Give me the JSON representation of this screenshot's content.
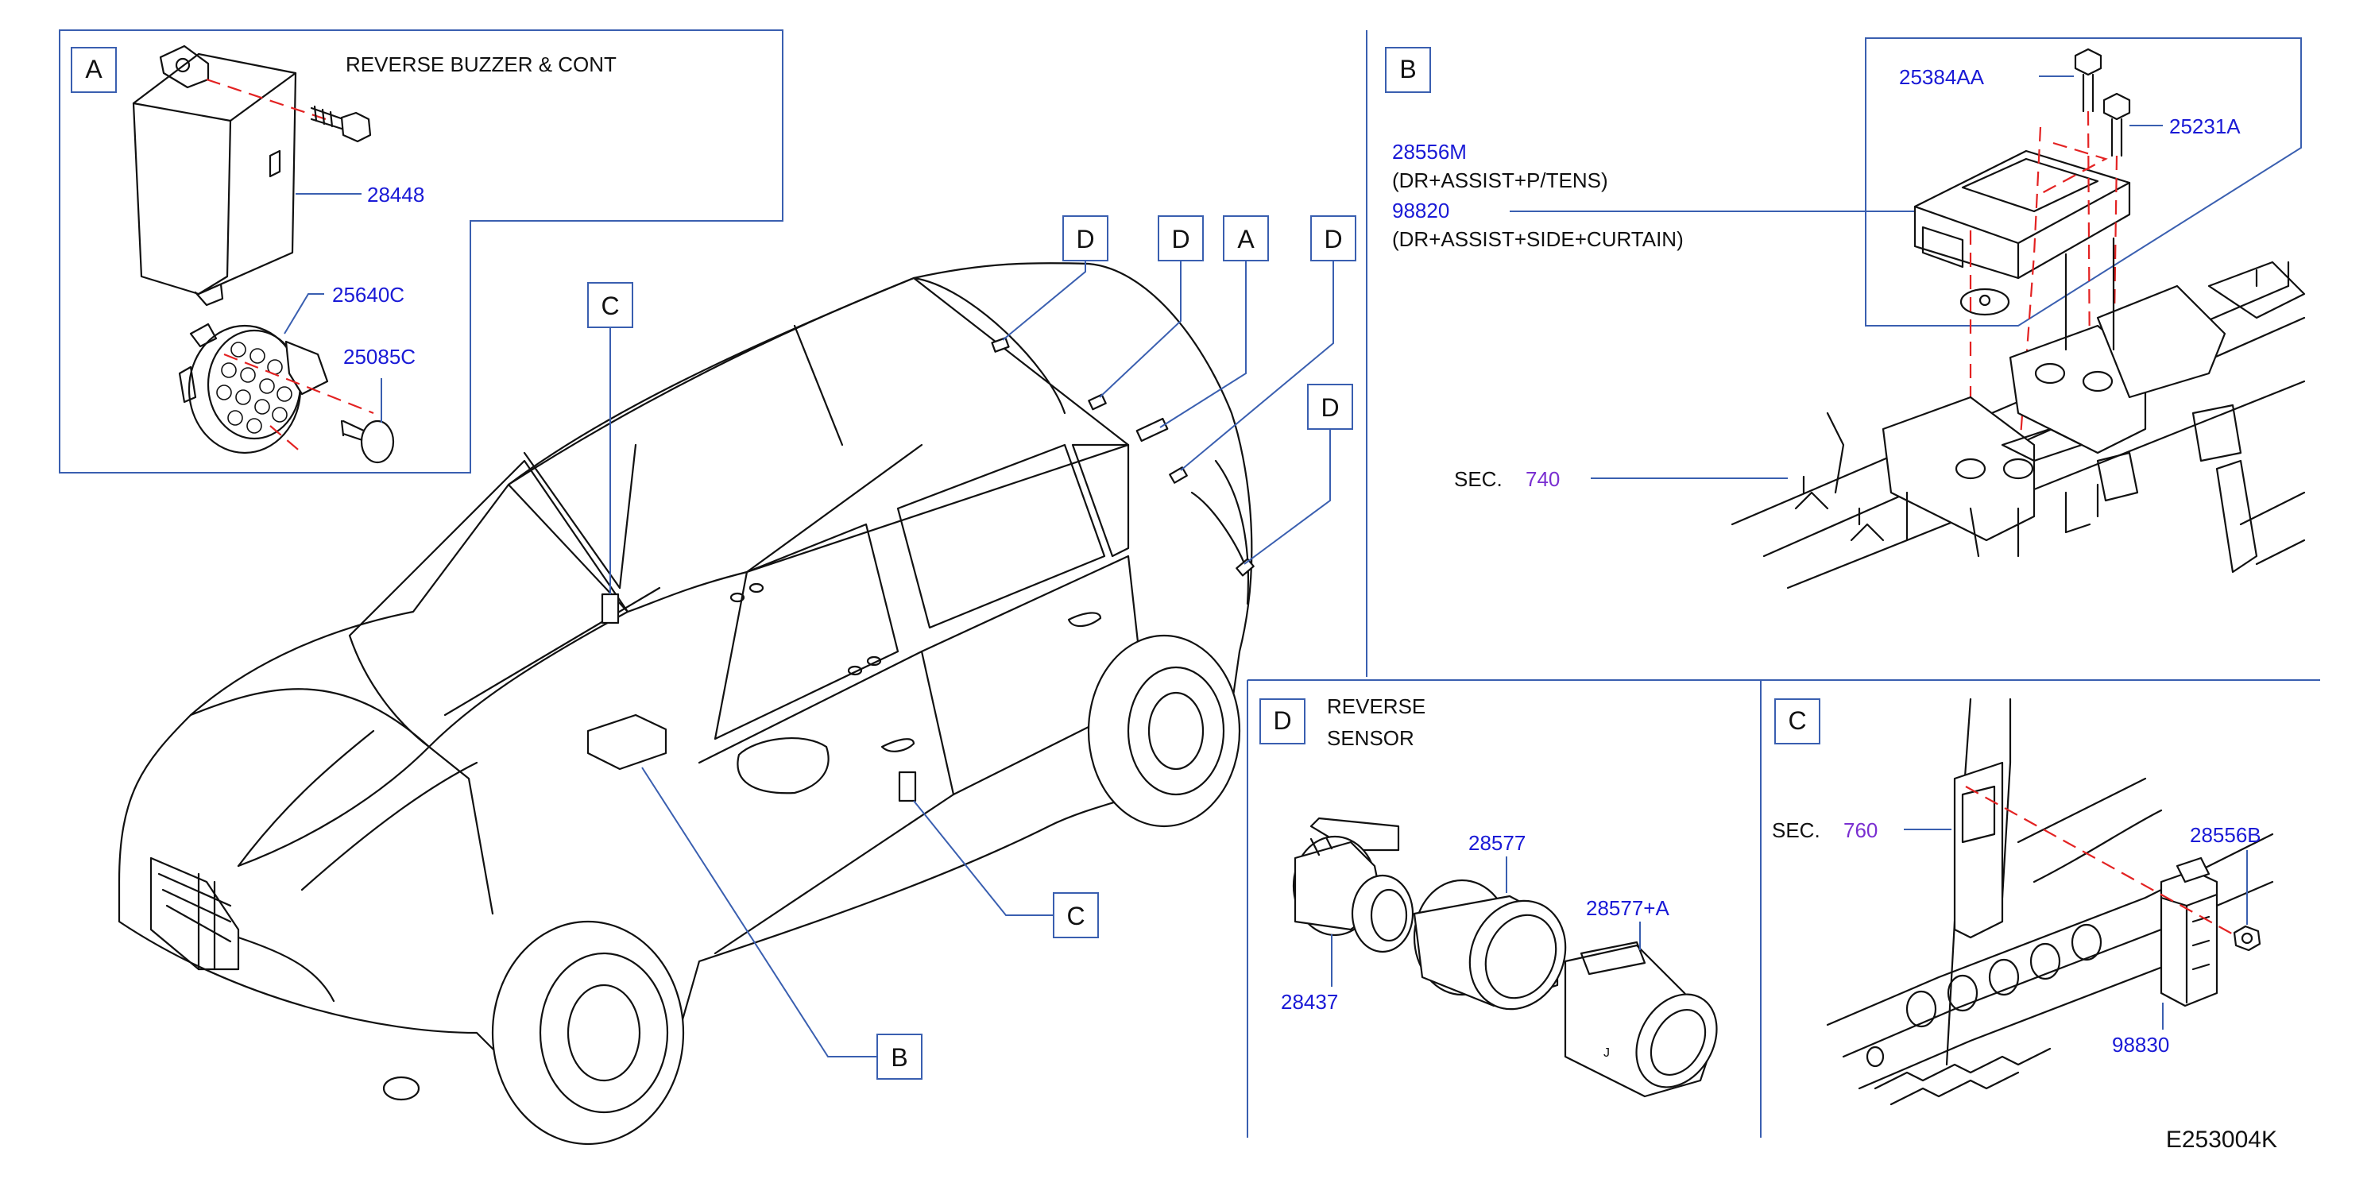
{
  "diagram_code": "E253004K",
  "callouts": {
    "A": "A",
    "B": "B",
    "C": "C",
    "D": "D"
  },
  "panel_a": {
    "letter": "A",
    "title": "REVERSE  BUZZER  &  CONT",
    "parts": [
      "28448",
      "25640C",
      "25085C"
    ]
  },
  "panel_b": {
    "letter": "B",
    "part_1": "28556M",
    "part_1_desc": "(DR+ASSIST+P/TENS)",
    "part_2": "98820",
    "part_2_desc": "(DR+ASSIST+SIDE+CURTAIN)",
    "bolt_1": "25384AA",
    "bolt_2": "25231A",
    "sec_label": "SEC.",
    "sec_num": "740"
  },
  "panel_d": {
    "letter": "D",
    "title_1": "REVERSE",
    "title_2": "SENSOR",
    "parts": [
      "28577",
      "28577+A",
      "28437"
    ],
    "bezel_mark": "J"
  },
  "panel_c": {
    "letter": "C",
    "sec_label": "SEC.",
    "sec_num": "760",
    "parts": [
      "28556B",
      "98830"
    ]
  },
  "colors": {
    "part_number": "#1a1ad6",
    "section_number": "#7a2fd1",
    "frame_line": "#3a5fb0",
    "dashed_guide": "#e32222"
  }
}
